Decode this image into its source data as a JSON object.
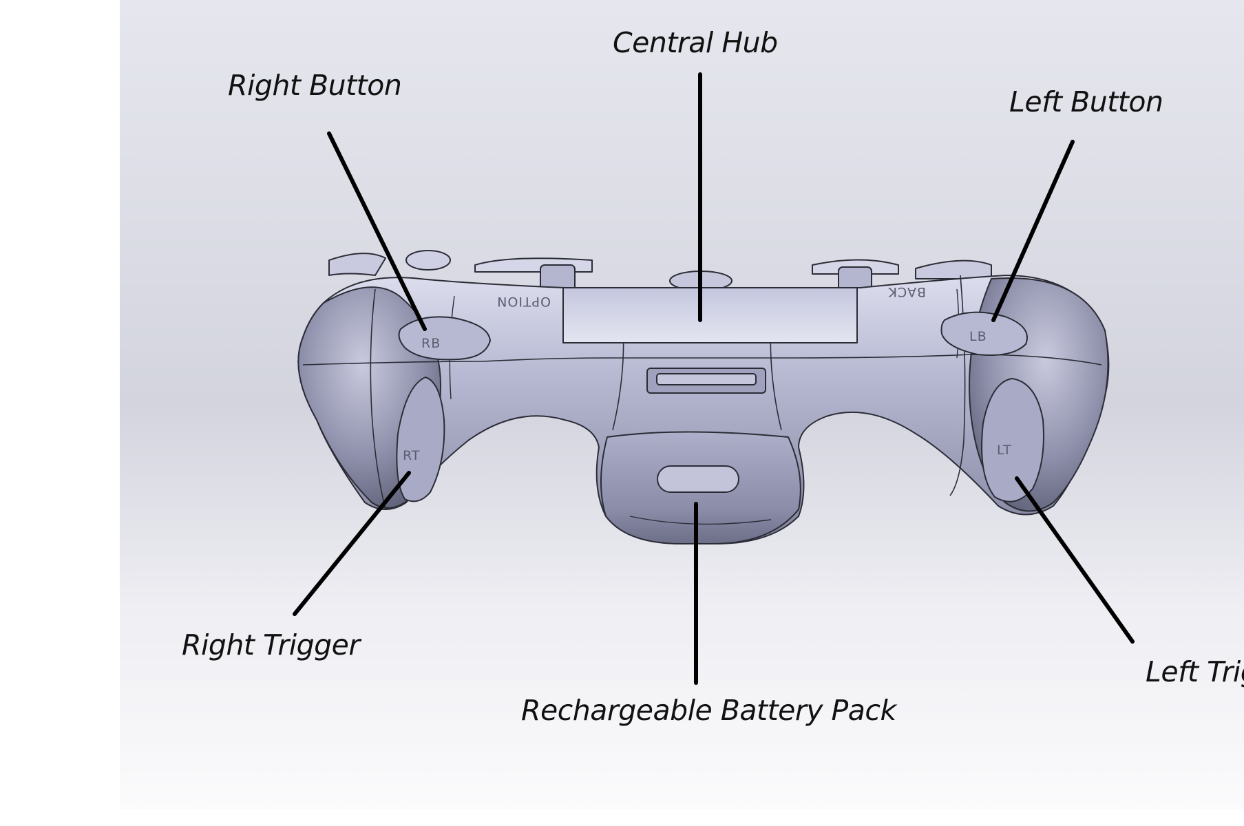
{
  "labels": {
    "central_hub": "Central Hub",
    "right_button": "Right Button",
    "left_button": "Left Button",
    "right_trigger": "Right Trigger",
    "left_trigger": "Left  Trigger",
    "battery_pack": "Rechargeable Battery Pack"
  },
  "controller_marks": {
    "rb": "RB",
    "lb": "LB",
    "rt": "RT",
    "lt": "LT",
    "option": "OPTION",
    "back": "BACK"
  },
  "colors": {
    "background_top": "#d9dae2",
    "background_bottom": "#f7f7f9",
    "body": "#a8aac6",
    "body_light": "#d4d5e6",
    "line": "#2b2c36"
  }
}
